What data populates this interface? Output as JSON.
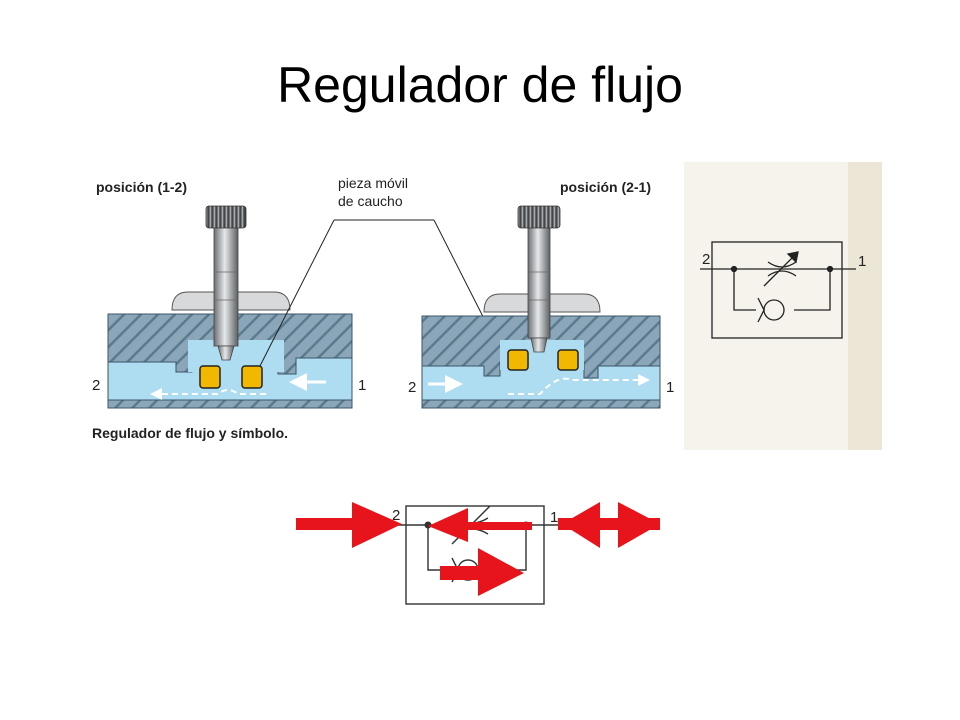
{
  "slide": {
    "title": "Regulador de flujo"
  },
  "illustration": {
    "label_position_left": "posición (1-2)",
    "label_position_right": "posición (2-1)",
    "callout_line1": "pieza móvil",
    "callout_line2": "de caucho",
    "caption": "Regulador de flujo y símbolo.",
    "port_2": "2",
    "port_1": "1",
    "colors": {
      "body_hatch": "#6f8fa3",
      "fluid": "#a9d8ec",
      "seal": "#f2b800",
      "page": "#f4f1ea"
    }
  },
  "symbol_small": {
    "port_2": "2",
    "port_1": "1"
  },
  "symbol_large": {
    "port_2": "2",
    "port_1": "1",
    "arrow_color": "#e8141b"
  }
}
